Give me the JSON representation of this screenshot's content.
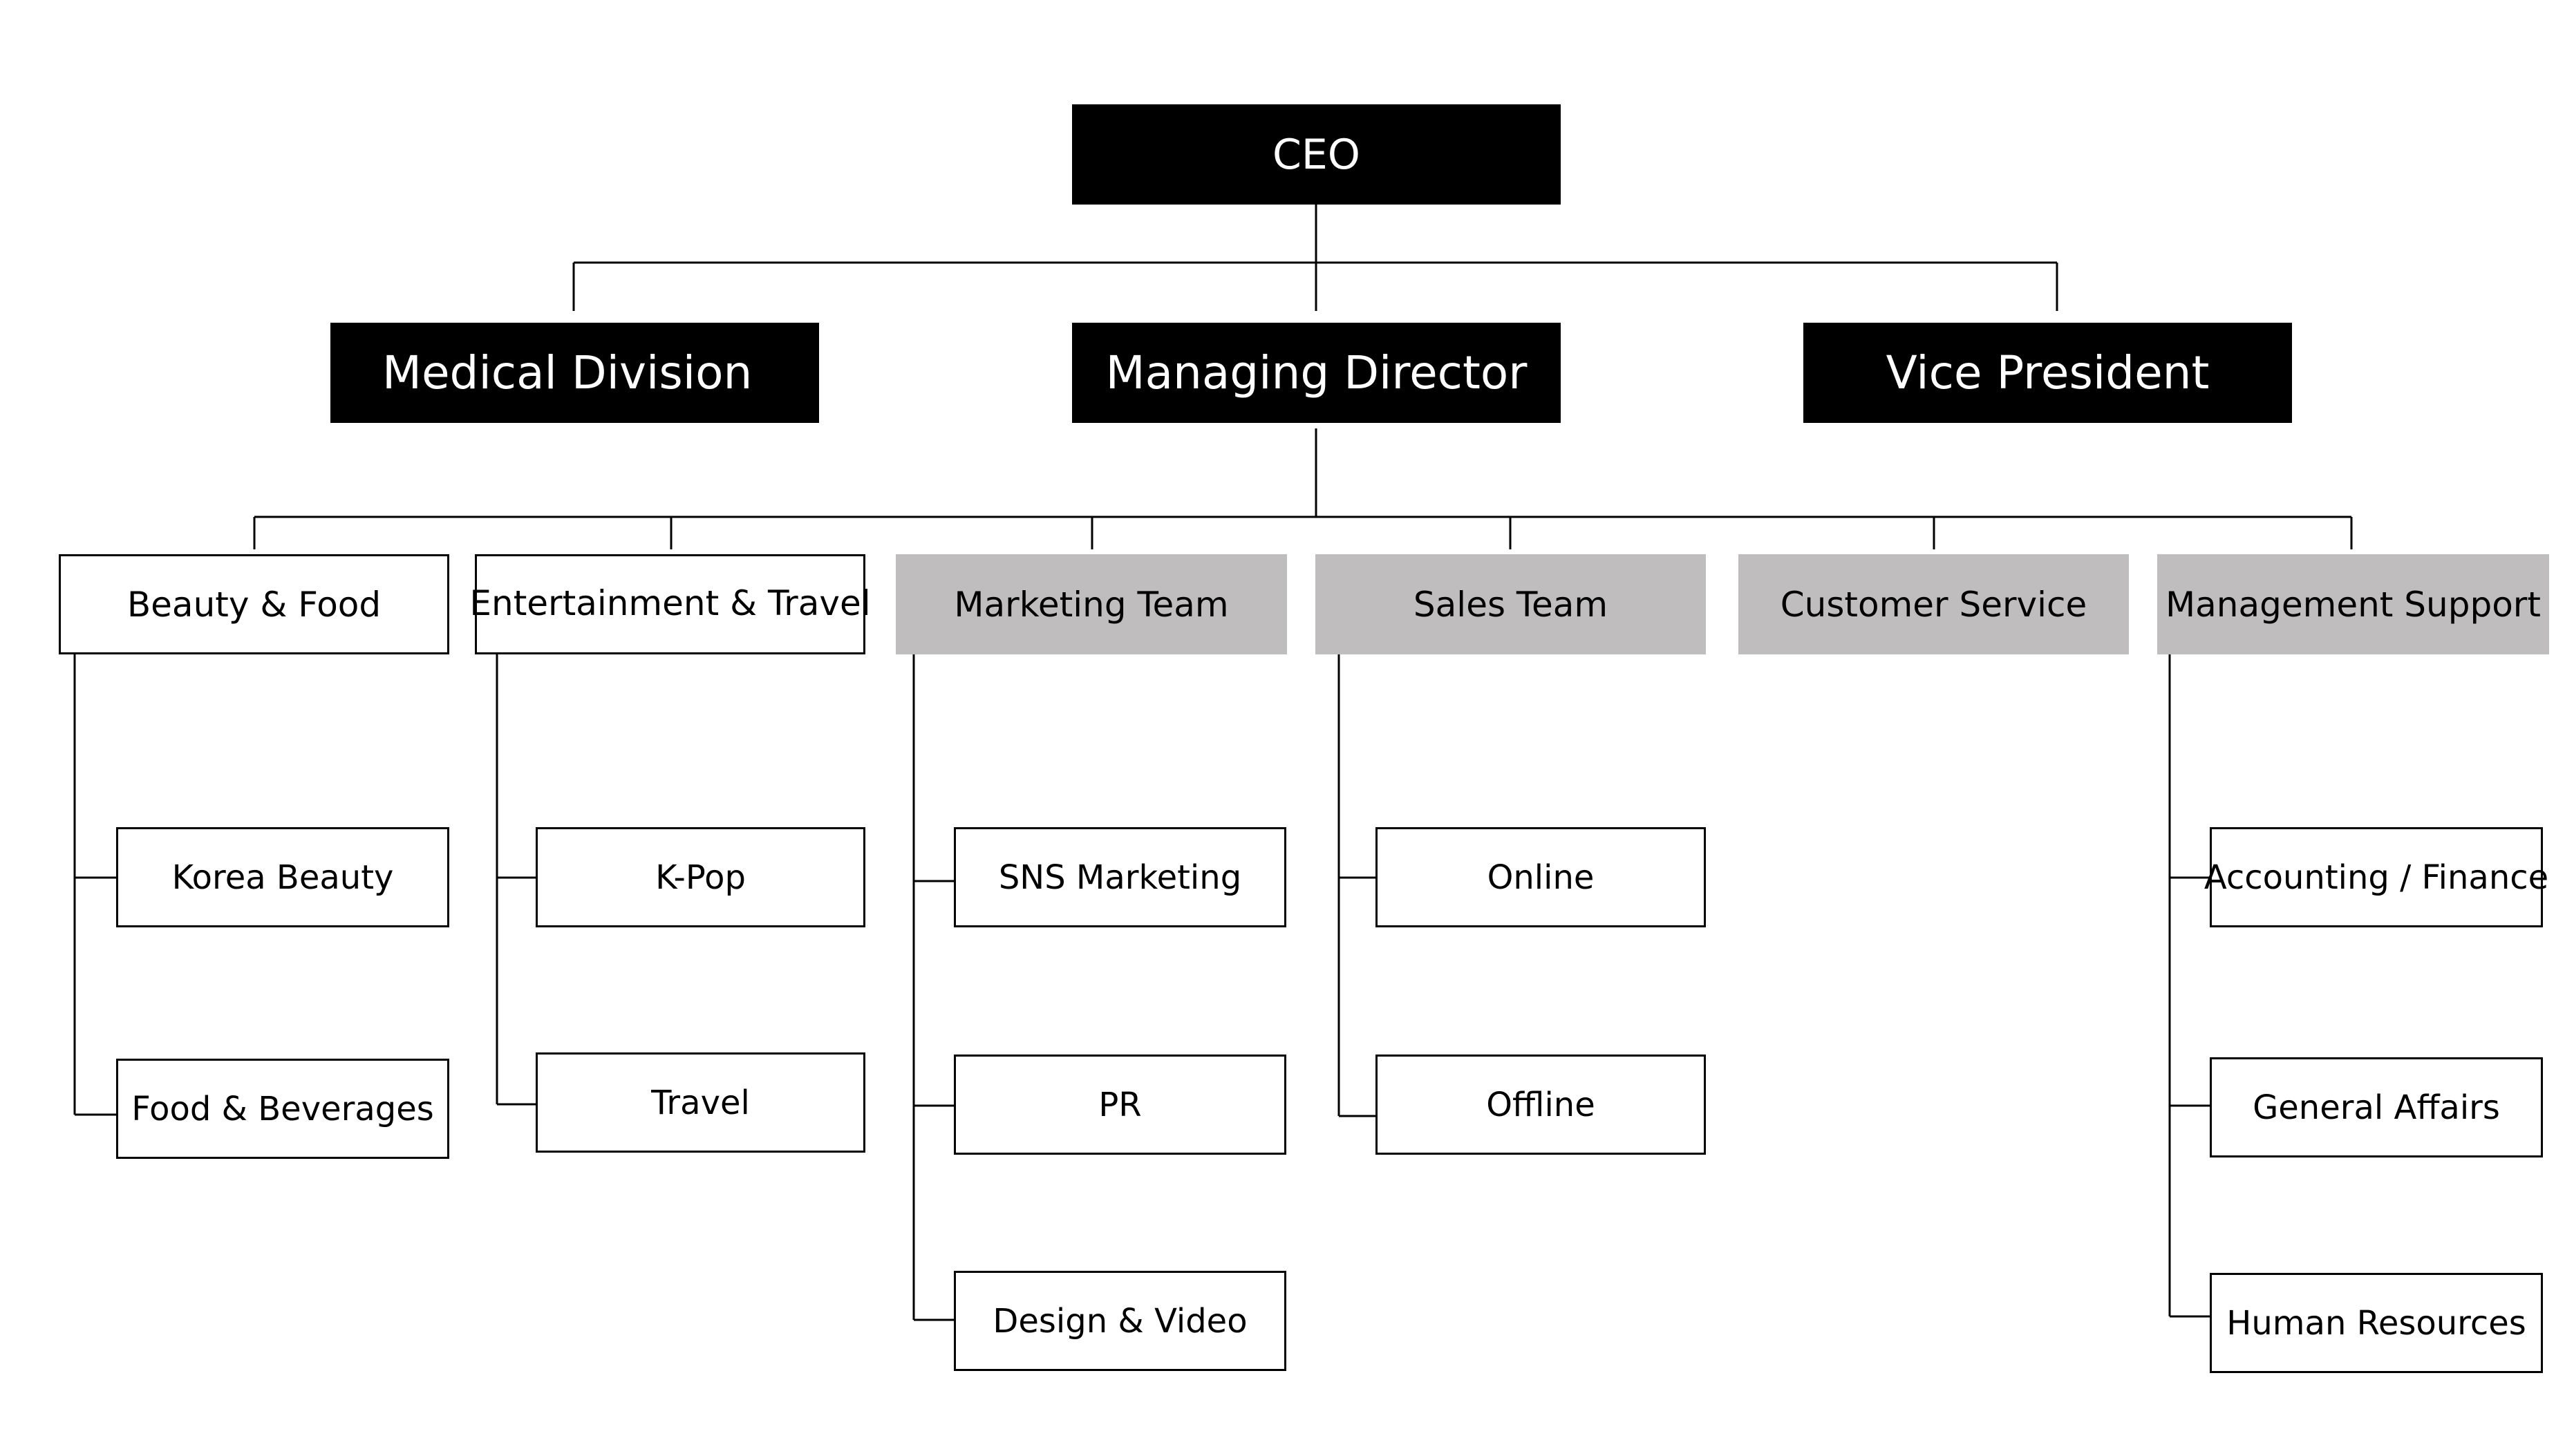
{
  "chart": {
    "ceo": "CEO",
    "level1": [
      "Medical Division",
      "Managing Director",
      "Vice President"
    ],
    "departments": [
      {
        "label": "Beauty & Food",
        "style": "white",
        "children": [
          "Korea Beauty",
          "Food & Beverages"
        ]
      },
      {
        "label": "Entertainment & Travel",
        "style": "white",
        "children": [
          "K-Pop",
          "Travel"
        ]
      },
      {
        "label": "Marketing Team",
        "style": "grey",
        "children": [
          "SNS Marketing",
          "PR",
          "Design & Video"
        ]
      },
      {
        "label": "Sales Team",
        "style": "grey",
        "children": [
          "Online",
          "Offline"
        ]
      },
      {
        "label": "Customer Service",
        "style": "grey",
        "children": []
      },
      {
        "label": "Management Support",
        "style": "grey",
        "children": [
          "Accounting / Finance",
          "General Affairs",
          "Human Resources"
        ]
      }
    ]
  },
  "colors": {
    "exec_fill": "#000000",
    "exec_text": "#ffffff",
    "dept_grey": "#bfbdbe",
    "line": "#000000"
  }
}
